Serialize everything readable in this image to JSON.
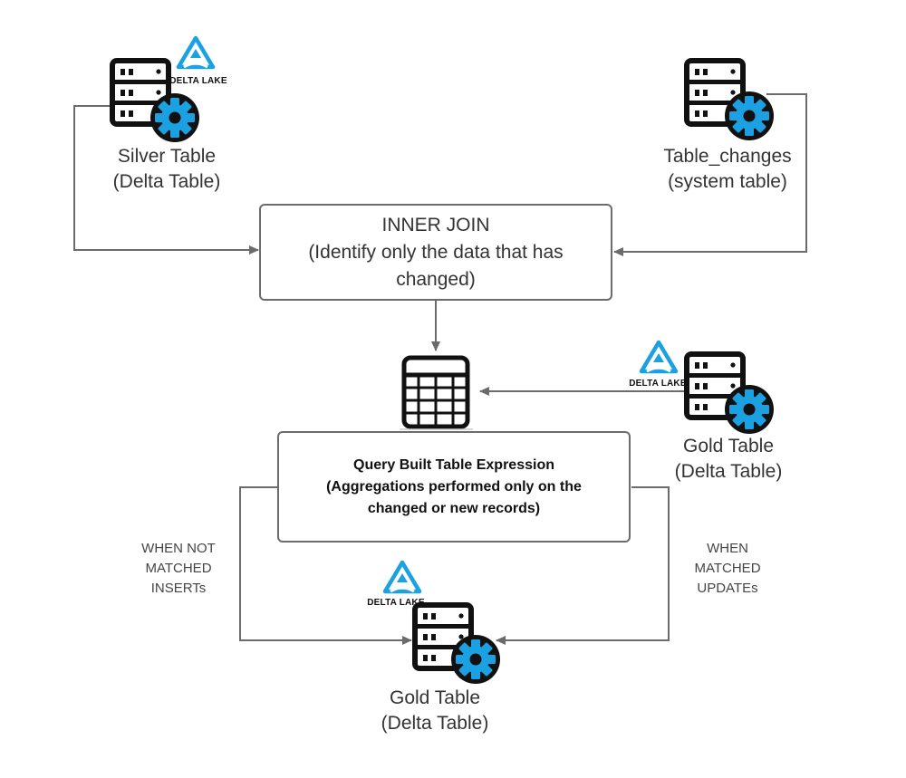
{
  "nodes": {
    "silver_table": {
      "line1": "Silver Table",
      "line2": "(Delta Table)",
      "logo_text": "DELTA LAKE"
    },
    "table_changes": {
      "line1": "Table_changes",
      "line2": "(system table)"
    },
    "inner_join": {
      "line1": "INNER JOIN",
      "line2": "(Identify only the data that has",
      "line3": "changed)"
    },
    "gold_table_source": {
      "line1": "Gold Table",
      "line2": "(Delta Table)",
      "logo_text": "DELTA LAKE"
    },
    "query_expression": {
      "line1": "Query Built Table Expression",
      "line2": "(Aggregations performed only on the",
      "line3": "changed or new records)"
    },
    "gold_table_target": {
      "line1": "Gold Table",
      "line2": "(Delta Table)",
      "logo_text": "DELTA LAKE"
    }
  },
  "edges": {
    "not_matched": {
      "line1": "WHEN NOT",
      "line2": "MATCHED",
      "line3": "INSERTs"
    },
    "matched": {
      "line1": "WHEN",
      "line2": "MATCHED",
      "line3": "UPDATEs"
    }
  },
  "colors": {
    "gear": "#1ba1e2",
    "delta_logo": "#1ba1e2",
    "line": "#6b6b6b",
    "server": "#111111"
  },
  "icons": [
    "server-icon",
    "gear-icon",
    "delta-lake-logo",
    "grid-table-icon",
    "arrow-icon"
  ]
}
